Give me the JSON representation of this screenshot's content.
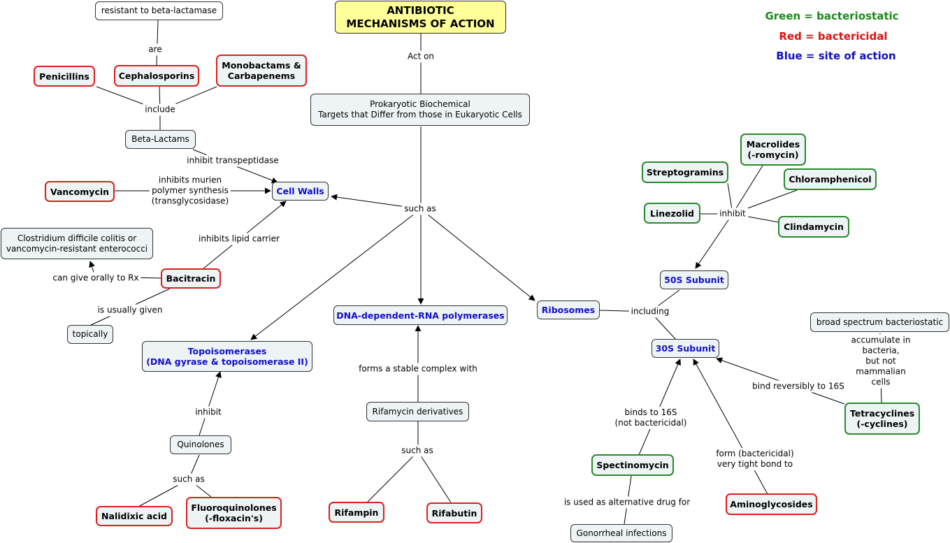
{
  "title": "ANTIBIOTIC\nMECHANISMS OF ACTION",
  "legend": {
    "green": "Green = bacteriostatic",
    "red": "Red = bactericidal",
    "blue": "Blue = site of action",
    "colors": {
      "green": "#1a8a1a",
      "red": "#e01010",
      "blue": "#1010c8"
    }
  },
  "nodes": {
    "resistant": "resistant to beta-lactamase",
    "penicillins": "Penicillins",
    "cephalosporins": "Cephalosporins",
    "monobactams": "Monobactams &\nCarbapenems",
    "beta_lactams": "Beta-Lactams",
    "vancomycin": "Vancomycin",
    "cell_walls": "Cell Walls",
    "clostridium": "Clostridium difficile colitis or\nvancomycin-resistant enterococci",
    "bacitracin": "Bacitracin",
    "topically": "topically",
    "prokaryotic": "Prokaryotic Biochemical\nTargets that Differ from those in Eukaryotic Cells",
    "topoisomerases": "Topoisomerases\n(DNA gyrase & topoisomerase II)",
    "rna_polymerase": "DNA-dependent-RNA polymerases",
    "ribosomes": "Ribosomes",
    "quinolones": "Quinolones",
    "nalidixic": "Nalidixic acid",
    "fluoroquinolones": "Fluoroquinolones\n(-floxacin's)",
    "rifamycin": "Rifamycin derivatives",
    "rifampin": "Rifampin",
    "rifabutin": "Rifabutin",
    "macrolides": "Macrolides\n(-romycin)",
    "streptogramins": "Streptogramins",
    "chloramphenicol": "Chloramphenicol",
    "linezolid": "Linezolid",
    "clindamycin": "Clindamycin",
    "sub50s": "50S Subunit",
    "sub30s": "30S Subunit",
    "broad_spectrum": "broad spectrum bacteriostatic",
    "tetracyclines": "Tetracyclines\n(-cyclines)",
    "spectinomycin": "Spectinomycin",
    "aminoglycosides": "Aminoglycosides",
    "gonorrheal": "Gonorrheal infections"
  },
  "links": {
    "are": "are",
    "include": "include",
    "inhibit_transpeptidase": "inhibit transpeptidase",
    "inhibits_murien": "inhibits murien\npolymer synthesis\n(transglycosidase)",
    "inhibits_lipid": "inhibits lipid carrier",
    "orally": "can give orally to Rx",
    "usually_given": "is usually given",
    "act_on": "Act on",
    "such_as_main": "such as",
    "inhibit_topo": "inhibit",
    "such_as_quin": "such as",
    "forms_complex": "forms a stable complex with",
    "such_as_rif": "such as",
    "inhibit_50s": "inhibit",
    "including": "including",
    "accumulate": "accumulate in bacteria,\nbut not mammalian cells",
    "bind_reversibly": "bind reversibly to 16S",
    "binds_16s": "binds to 16S\n(not bactericidal)",
    "tight_bond": "form (bactericidal)\nvery tight bond to",
    "alternative": "is used as alternative drug for"
  }
}
